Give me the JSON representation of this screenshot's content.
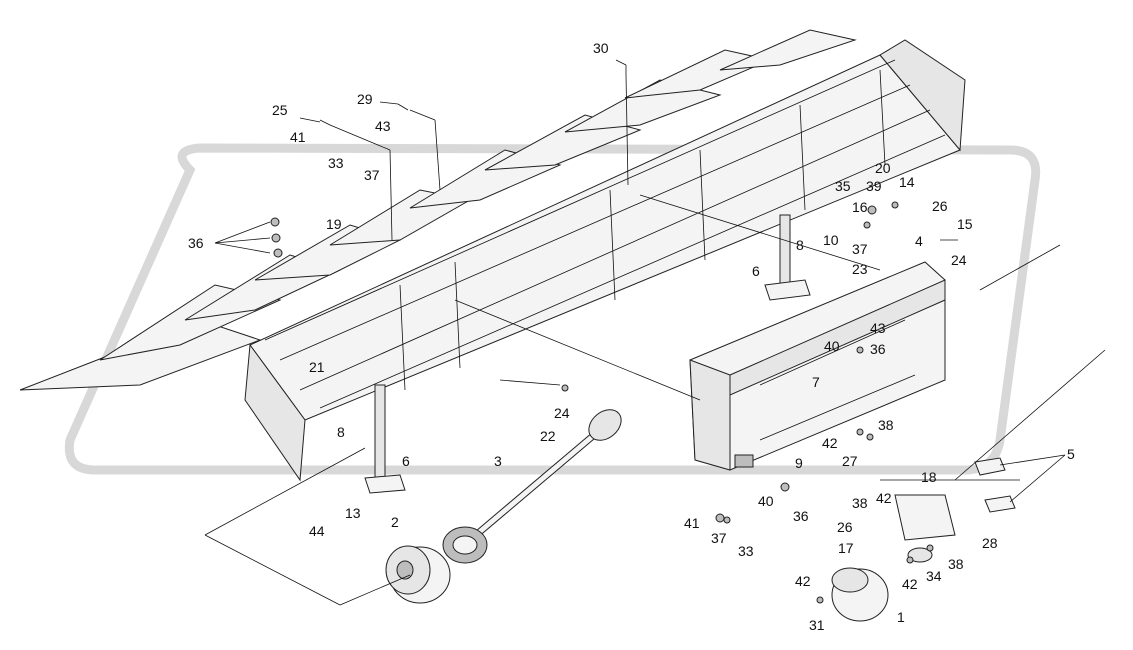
{
  "labels": [
    {
      "text": "30"
    },
    {
      "text": "29"
    },
    {
      "text": "43"
    },
    {
      "text": "25"
    },
    {
      "text": "41"
    },
    {
      "text": "33"
    },
    {
      "text": "37"
    },
    {
      "text": "19"
    },
    {
      "text": "36"
    },
    {
      "text": "21"
    },
    {
      "text": "20"
    },
    {
      "text": "35"
    },
    {
      "text": "39"
    },
    {
      "text": "14"
    },
    {
      "text": "26"
    },
    {
      "text": "16"
    },
    {
      "text": "10"
    },
    {
      "text": "8"
    },
    {
      "text": "37"
    },
    {
      "text": "15"
    },
    {
      "text": "4"
    },
    {
      "text": "23"
    },
    {
      "text": "24"
    },
    {
      "text": "6"
    },
    {
      "text": "43"
    },
    {
      "text": "40"
    },
    {
      "text": "36"
    },
    {
      "text": "7"
    },
    {
      "text": "24"
    },
    {
      "text": "22"
    },
    {
      "text": "8"
    },
    {
      "text": "6"
    },
    {
      "text": "3"
    },
    {
      "text": "38"
    },
    {
      "text": "42"
    },
    {
      "text": "27"
    },
    {
      "text": "9"
    },
    {
      "text": "40"
    },
    {
      "text": "36"
    },
    {
      "text": "44"
    },
    {
      "text": "13"
    },
    {
      "text": "2"
    },
    {
      "text": "41"
    },
    {
      "text": "37"
    },
    {
      "text": "33"
    },
    {
      "text": "5"
    },
    {
      "text": "18"
    },
    {
      "text": "38"
    },
    {
      "text": "42"
    },
    {
      "text": "26"
    },
    {
      "text": "28"
    },
    {
      "text": "17"
    },
    {
      "text": "38"
    },
    {
      "text": "34"
    },
    {
      "text": "42"
    },
    {
      "text": "42"
    },
    {
      "text": "31"
    },
    {
      "text": "1"
    }
  ]
}
